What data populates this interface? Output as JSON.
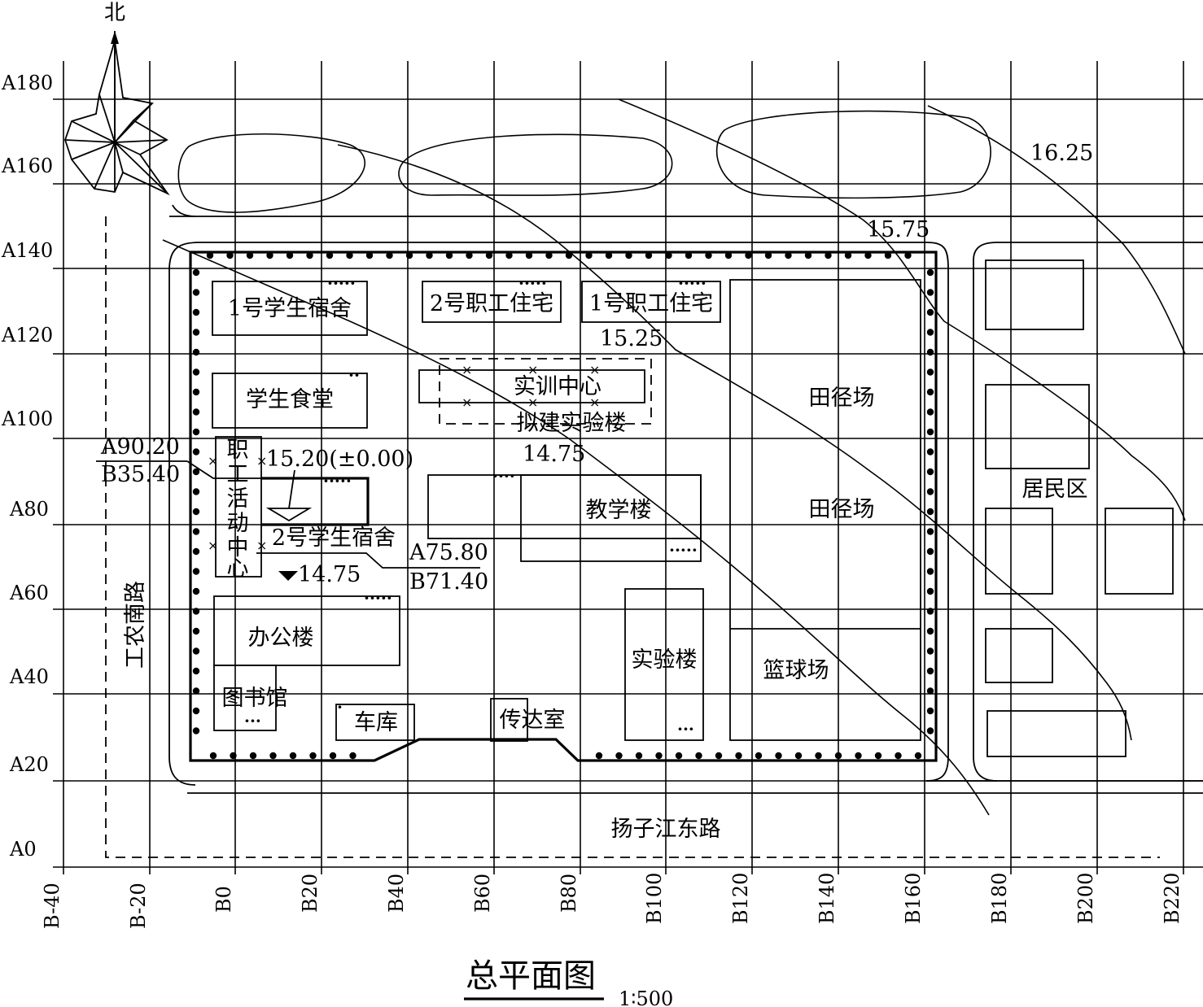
{
  "north_label": "北",
  "row_labels": [
    "A180",
    "A160",
    "A140",
    "A120",
    "A100",
    "A80",
    "A60",
    "A40",
    "A20",
    "A0"
  ],
  "col_labels": [
    "B-40",
    "B-20",
    "B0",
    "B20",
    "B40",
    "B60",
    "B80",
    "B100",
    "B120",
    "B140",
    "B160",
    "B180",
    "B200",
    "B220"
  ],
  "buildings": {
    "student_dorm_1": "1号学生宿舍",
    "staff_housing_2": "2号职工住宅",
    "staff_housing_1": "1号职工住宅",
    "canteen": "学生食堂",
    "training_center": "实训中心",
    "proposed_lab": "拟建实验楼",
    "staff_activity_center": [
      "职",
      "工",
      "活",
      "动",
      "中",
      "心"
    ],
    "student_dorm_2": "2号学生宿舍",
    "teaching": "教学楼",
    "office": "办公楼",
    "library": "图书馆",
    "garage": "车库",
    "reception": "传达室",
    "lab": "实验楼",
    "track_field_1": "田径场",
    "track_field_2": "田径场",
    "basketball": "篮球场",
    "residential": "居民区"
  },
  "roads": {
    "west": "工农南路",
    "south": "扬子江东路"
  },
  "elevations": {
    "e1625": "16.25",
    "e1575": "15.75",
    "e1525": "15.25",
    "e1475_contour": "14.75",
    "floor": "15.20(±0.00)",
    "e1475_ground": "14.75"
  },
  "coords": {
    "p1_a": "A90.20",
    "p1_b": "B35.40",
    "p2_a": "A75.80",
    "p2_b": "B71.40"
  },
  "title": "总平面图",
  "scale": "1∶500"
}
